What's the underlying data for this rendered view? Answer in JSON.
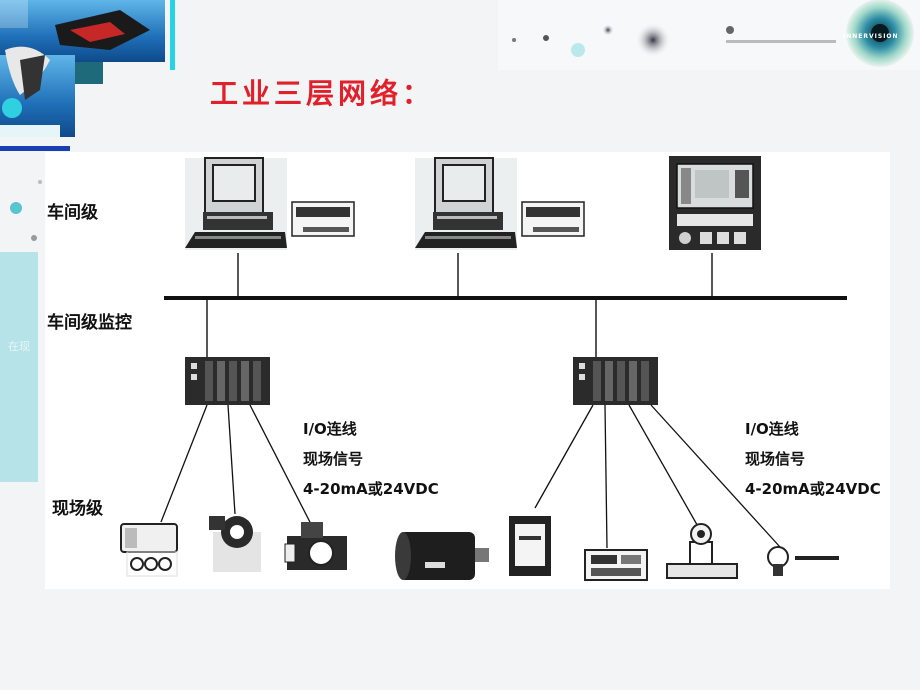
{
  "slide": {
    "title": "工业三层网络：",
    "banner_text": "INNERVISION",
    "side_faint_text": "在现"
  },
  "levels": {
    "workshop": "车间级",
    "monitor": "车间级监控",
    "field": "现场级"
  },
  "io_left": {
    "line1": "I/O连线",
    "line2": "现场信号",
    "line3": "4-20mA或24VDC"
  },
  "io_right": {
    "line1": "I/O连线",
    "line2": "现场信号",
    "line3": "4-20mA或24VDC"
  },
  "colors": {
    "title": "#e0202a",
    "accent_blue": "#1a3fb4",
    "accent_cyan": "#25d3e6",
    "side_strip": "#b5e3e8"
  }
}
